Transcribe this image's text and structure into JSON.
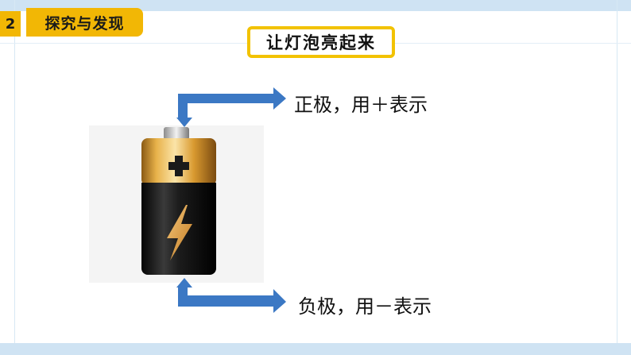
{
  "header": {
    "section_number": "2",
    "section_title": "探究与发现"
  },
  "title": "让灯泡亮起来",
  "labels": {
    "positive": "正极，用＋表示",
    "negative": "负极，用－表示"
  },
  "colors": {
    "accent": "#f2b705",
    "arrow": "#3b78c4",
    "band": "#cfe3f3"
  }
}
